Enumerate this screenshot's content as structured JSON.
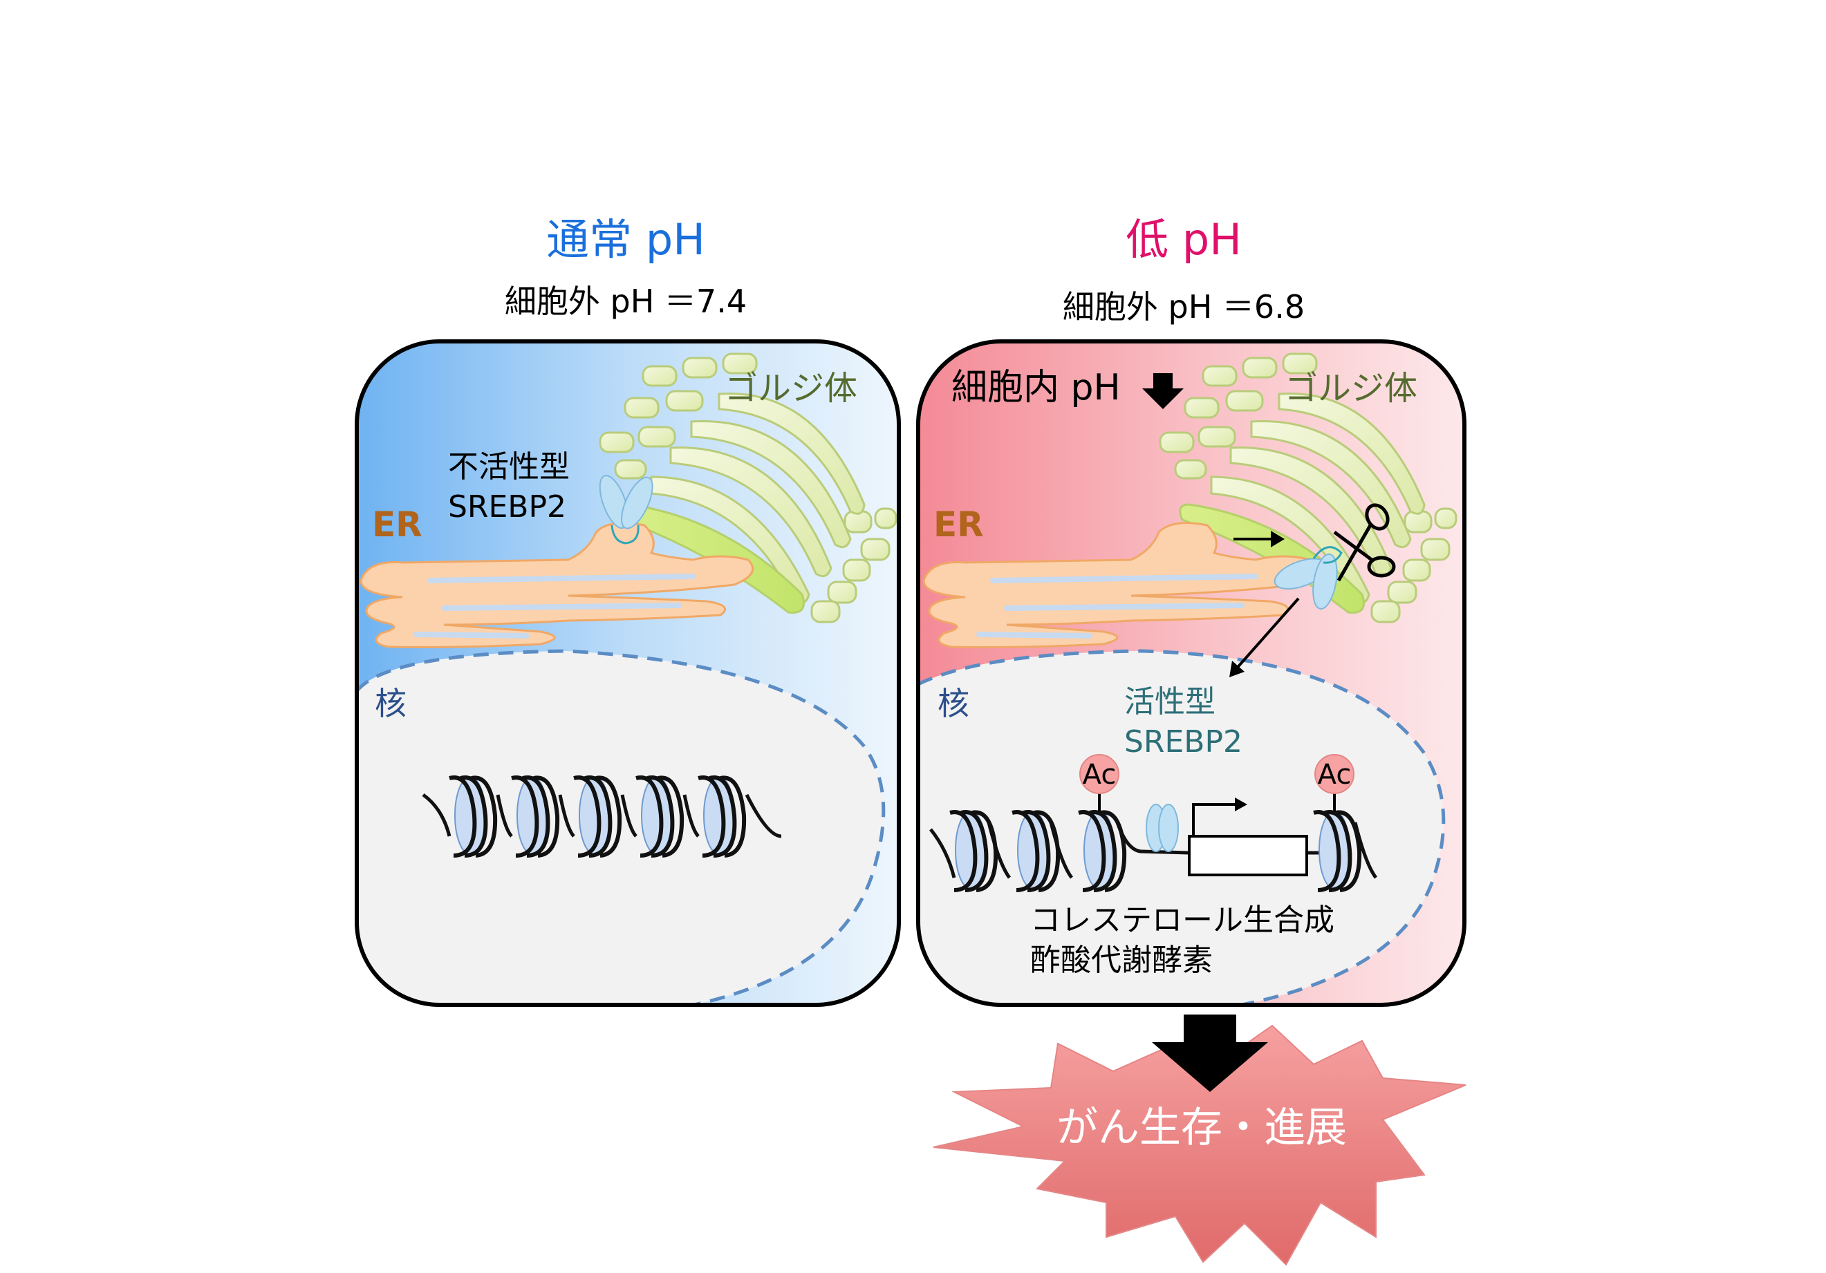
{
  "left_panel": {
    "title": "通常 pH",
    "subtitle": "細胞外 pH ＝7.4",
    "golgi_label": "ゴルジ体",
    "protein_label_line1": "不活性型",
    "protein_label_line2": "SREBP2",
    "er_label": "ER",
    "nucleus_label": "核"
  },
  "right_panel": {
    "title": "低 pH",
    "subtitle": "細胞外 pH ＝6.8",
    "intracellular_label": "細胞内 pH",
    "golgi_label": "ゴルジ体",
    "er_label": "ER",
    "nucleus_label": "核",
    "protein_label_line1": "活性型",
    "protein_label_line2": "SREBP2",
    "acetyl_label_1": "Ac",
    "acetyl_label_2": "Ac",
    "genes_label_line1": "コレステロール生合成",
    "genes_label_line2": "酢酸代謝酵素"
  },
  "outcome": {
    "label": "がん生存・進展"
  },
  "colors": {
    "normal_title": "#1a6fdc",
    "low_title": "#e0106a",
    "golgi_text": "#556b2f",
    "er_text": "#b0641c",
    "nucleus_text": "#2b4f8c",
    "active_text": "#2d6f78",
    "normal_bg_start": "#6fb3f2",
    "low_bg_start": "#f48a96"
  }
}
